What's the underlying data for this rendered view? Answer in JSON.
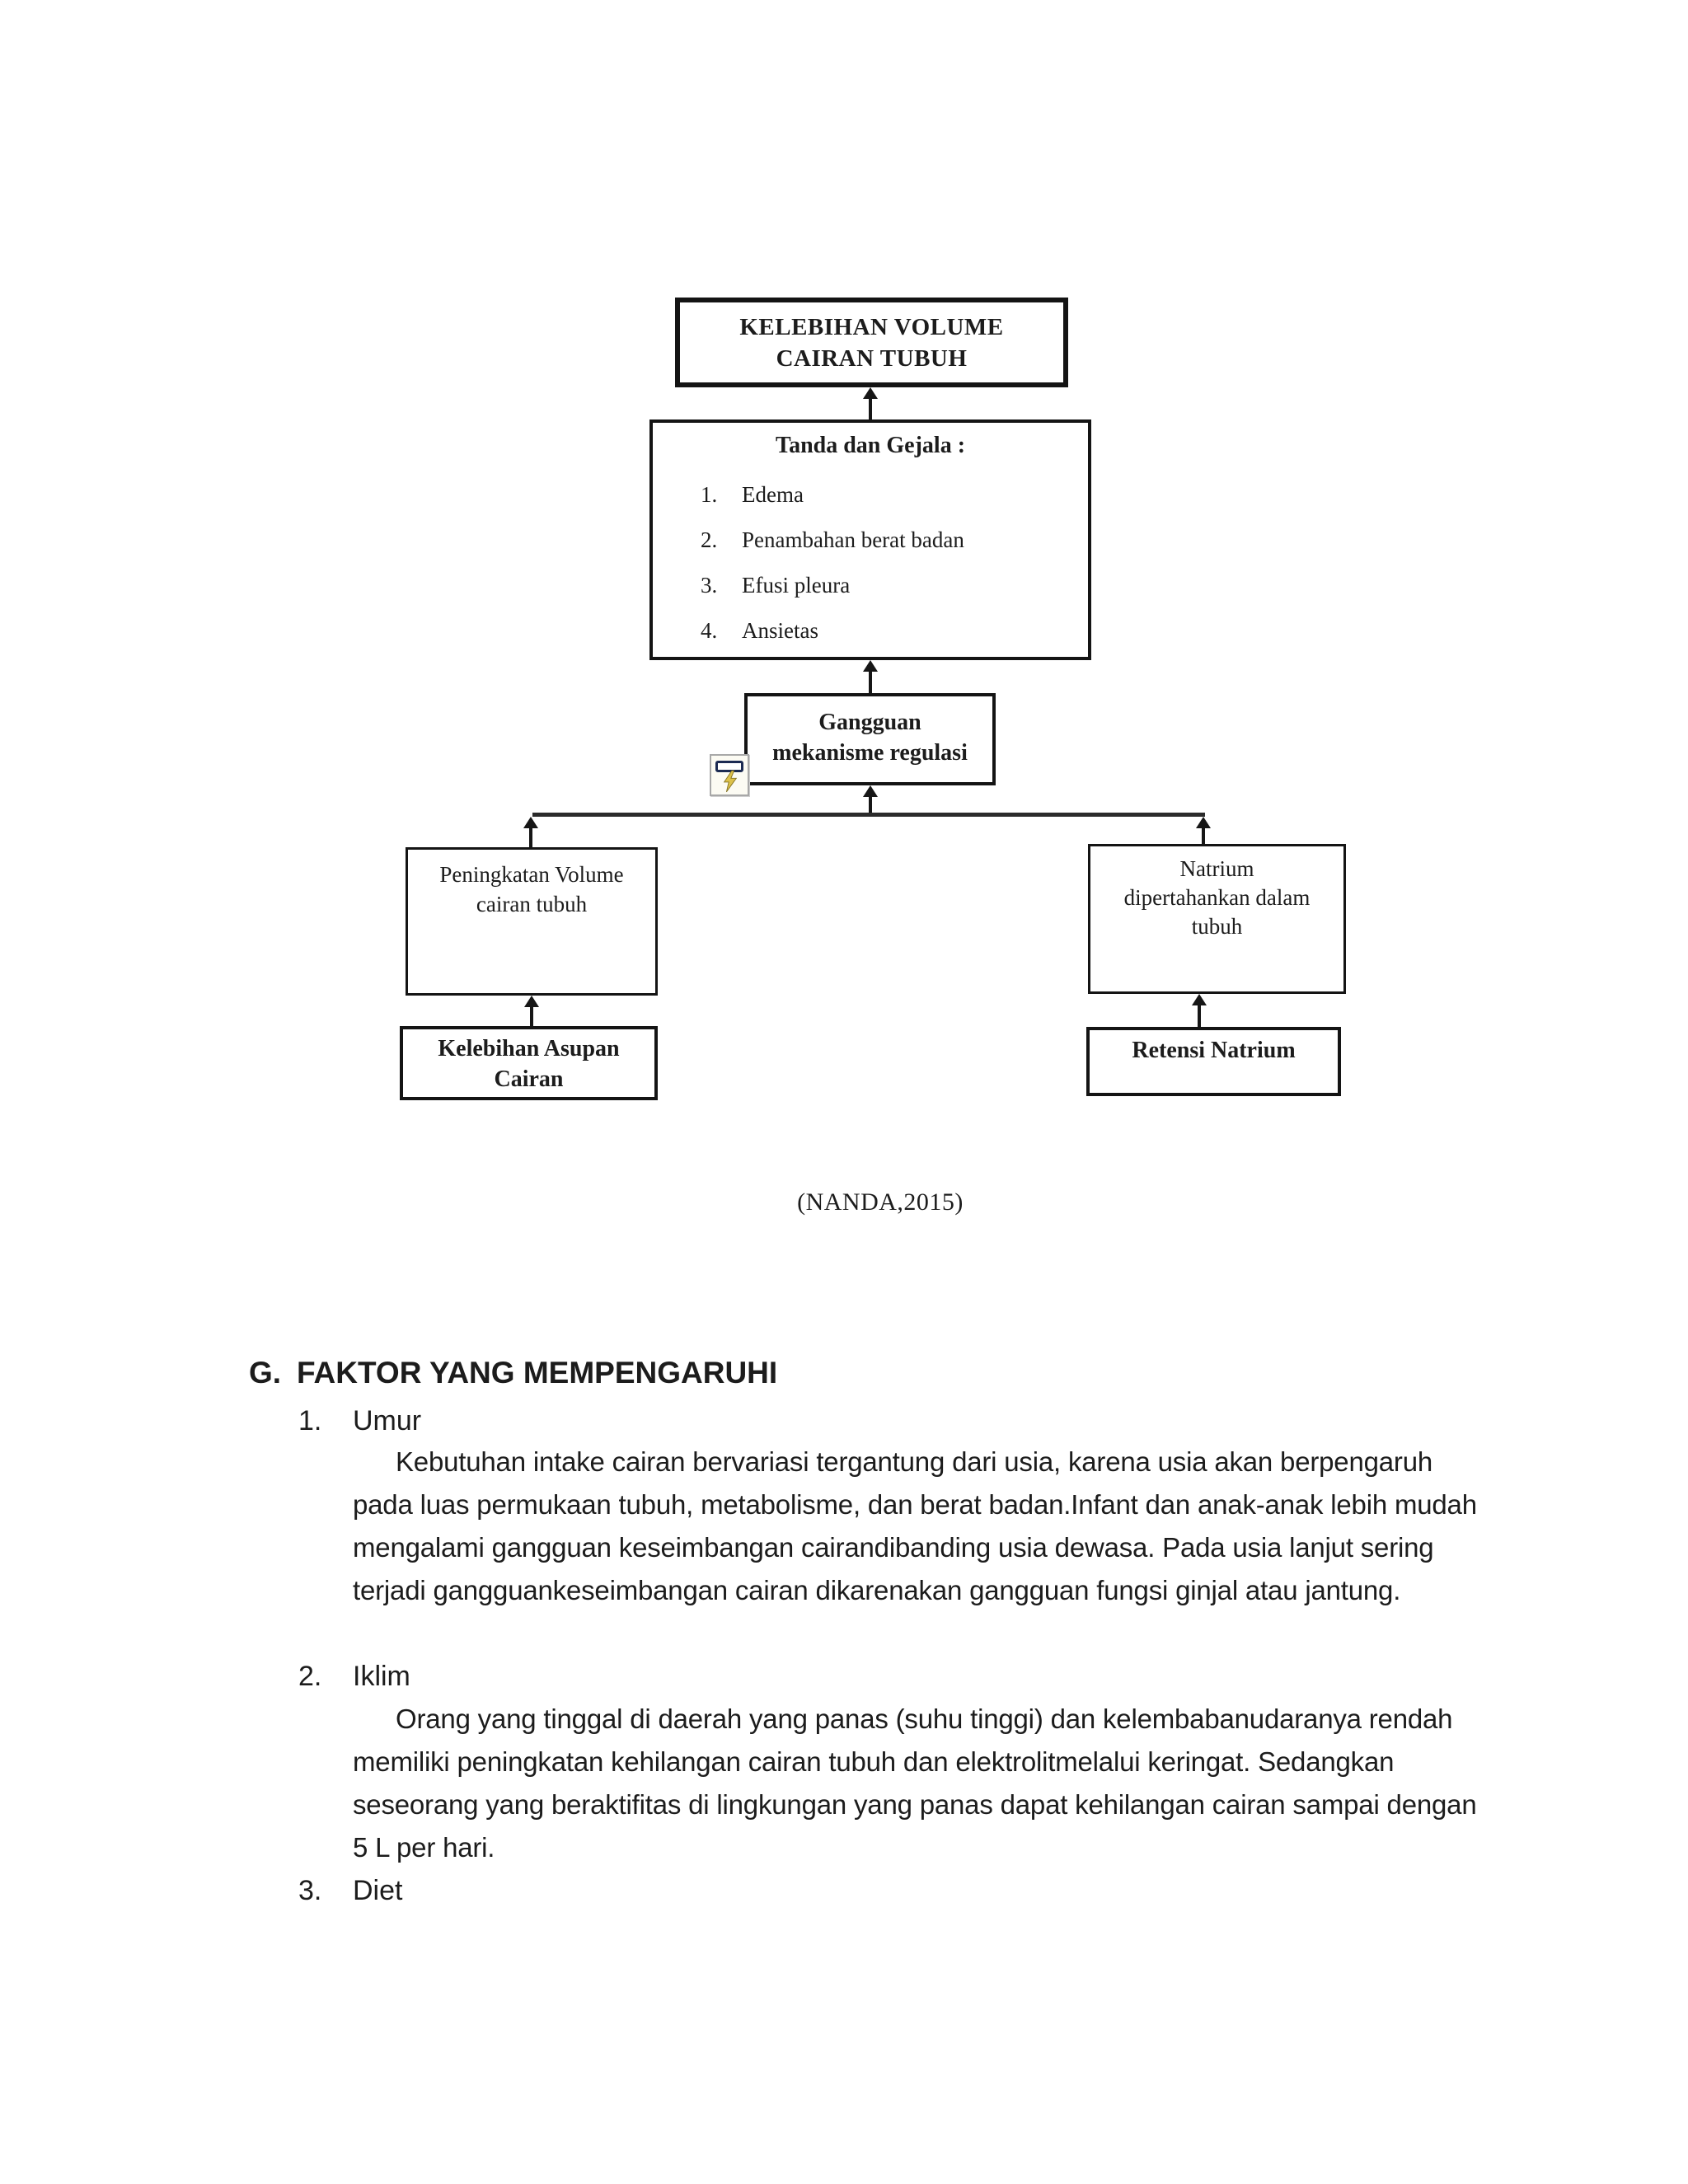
{
  "colors": {
    "ink": "#1c1c1c",
    "line": "#2b2b2b",
    "icon_bar": "#1b2a52",
    "icon_bolt": "#dcc14b"
  },
  "diagram": {
    "nodes": {
      "kelebihan": {
        "lines": [
          "KELEBIHAN VOLUME",
          "CAIRAN TUBUH"
        ]
      },
      "tanda": {
        "title": "Tanda dan Gejala :",
        "items": [
          {
            "num": "1.",
            "label": "Edema"
          },
          {
            "num": "2.",
            "label": "Penambahan berat badan"
          },
          {
            "num": "3.",
            "label": "Efusi pleura"
          },
          {
            "num": "4.",
            "label": "Ansietas"
          }
        ]
      },
      "gangguan": {
        "lines": [
          "Gangguan",
          "mekanisme regulasi"
        ]
      },
      "peningkatan": {
        "lines": [
          "Peningkatan Volume",
          "cairan tubuh"
        ]
      },
      "natrium": {
        "lines": [
          "Natrium",
          "dipertahankan dalam",
          "tubuh"
        ]
      },
      "kelebihan_asupan": {
        "lines": [
          "Kelebihan Asupan",
          "Cairan"
        ]
      },
      "retensi": {
        "lines": [
          "Retensi Natrium"
        ]
      }
    },
    "icon": "lightning-object-placeholder",
    "caption": "(NANDA,2015)"
  },
  "content": {
    "section_letter": "G.",
    "section_title": "FAKTOR YANG MEMPENGARUHI",
    "items": [
      {
        "num": "1.",
        "title": "Umur",
        "paragraph": "Kebutuhan intake cairan bervariasi tergantung dari usia, karena usia akan berpengaruh pada luas permukaan tubuh, metabolisme, dan berat badan.Infant dan anak-anak lebih mudah mengalami gangguan keseimbangan cairandibanding usia dewasa. Pada usia lanjut sering terjadi gangguankeseimbangan cairan dikarenakan gangguan fungsi ginjal atau jantung."
      },
      {
        "num": "2.",
        "title": "Iklim",
        "paragraph": "Orang yang tinggal di daerah yang panas (suhu tinggi) dan kelembabanudaranya rendah memiliki peningkatan kehilangan cairan tubuh dan elektrolitmelalui keringat. Sedangkan seseorang yang beraktifitas di lingkungan yang panas dapat kehilangan cairan sampai dengan 5 L per hari."
      },
      {
        "num": "3.",
        "title": "Diet",
        "paragraph": ""
      }
    ]
  }
}
